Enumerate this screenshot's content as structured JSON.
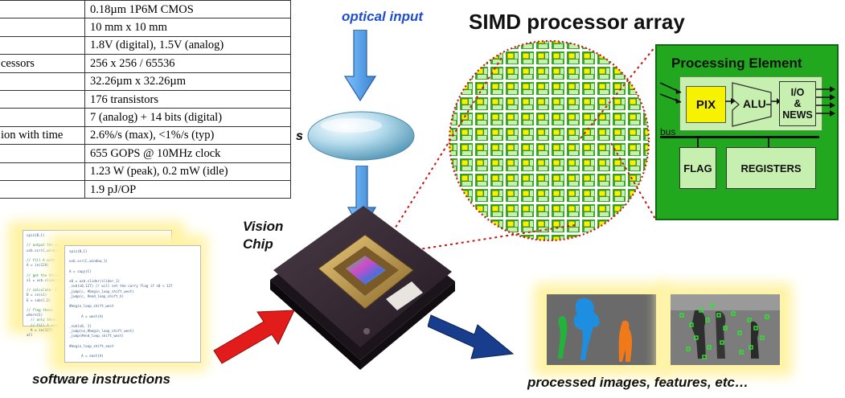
{
  "spec_table": {
    "rows": [
      [
        "",
        "0.18µm 1P6M CMOS"
      ],
      [
        "",
        "10 mm x 10 mm"
      ],
      [
        "",
        "1.8V (digital), 1.5V (analog)"
      ],
      [
        "cessors",
        "256 x 256 / 65536"
      ],
      [
        "",
        "32.26µm x 32.26µm"
      ],
      [
        "",
        "176 transistors"
      ],
      [
        "",
        "7 (analog) + 14 bits (digital)"
      ],
      [
        "ion with time",
        "2.6%/s (max),  <1%/s (typ)"
      ],
      [
        "",
        "655 GOPS @ 10MHz clock"
      ],
      [
        "",
        "1.23 W (peak), 0.2 mW (idle)"
      ],
      [
        "",
        "1.9 pJ/OP"
      ]
    ]
  },
  "labels": {
    "optical_input": "optical input",
    "simd_title": "SIMD processor array",
    "lens_letter": "s",
    "vision_chip_1": "Vision",
    "vision_chip_2": "Chip",
    "software_instructions": "software instructions",
    "processed_images": "processed images, features, etc…"
  },
  "processing_element": {
    "title": "Processing Element",
    "pix": "PIX",
    "alu": "ALU",
    "io_1": "I/O",
    "io_2": "&",
    "io_3": "NEWS",
    "bus": "bus",
    "flag": "FLAG",
    "registers": "REGISTERS"
  },
  "code_back": {
    "lines": [
      "spiz(B,C)",
      "",
      "// output the original image",
      "usb.scr(C,window_1)",
      "",
      "// fill A with",
      "A = in(128)",
      "",
      "// get the thresh",
      "s1 = usb.slider(",
      "",
      "// calculate: E =",
      "D = in(s1)",
      "E = sub(C,D)",
      "",
      "// flag those",
      "where(E)",
      "  // only those",
      "  // fill A with",
      "  A = in(127)",
      "all"
    ]
  },
  "code_front": {
    "lines": [
      "spiz(B,C)",
      "",
      "usb.scr(C,window_1)",
      "",
      "A = copy(C)",
      "",
      "s0 = usb.slider(slider_1)",
      "_sub(s0,127) // will set the carry flag if s0 < 127",
      "_jump(c, #begin_loop_shift_west)",
      "_jump(c, #end_loop_shift_h)",
      "",
      "#begin_loop_shift_west",
      "",
      "      A = west(A)",
      "",
      "_sub(s0, 1)",
      "_jump(nz,#begin_loop_shift_west)",
      "_jump(#end_loop_shift_west)",
      "",
      "#begin_loop_shift_east",
      "",
      "      A = east(A)"
    ]
  },
  "colors": {
    "pe_green": "#22a81f",
    "pe_light": "#c6efb0",
    "pix_yellow": "#f6f200",
    "arrow_blue": "#5aa2e8",
    "red_arrow": "#e21b1b",
    "navy_arrow": "#173d8c",
    "dotted_red": "#c81515",
    "title_blue": "#1f4fcf"
  }
}
